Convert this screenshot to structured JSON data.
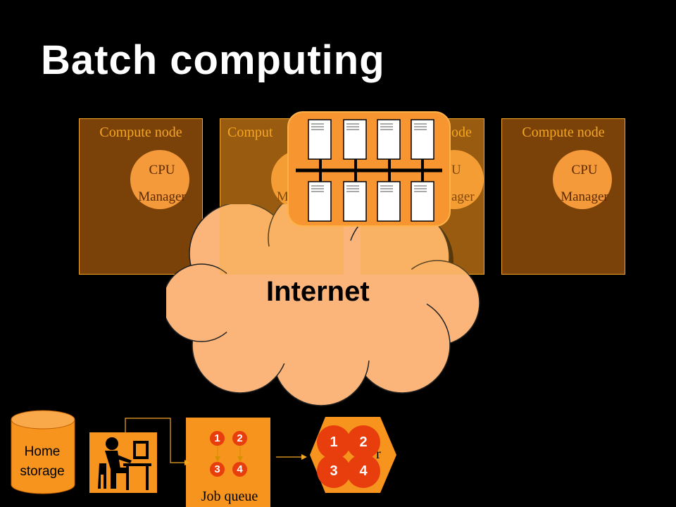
{
  "title": "Batch computing",
  "nodes": [
    {
      "title": "Compute node",
      "cpu": "CPU",
      "manager": "Manager"
    },
    {
      "title": "Comput",
      "cpu": "",
      "manager": "M"
    },
    {
      "title": "ode",
      "cpu": "U",
      "manager": "ager"
    },
    {
      "title": "Compute node",
      "cpu": "CPU",
      "manager": "Manager"
    }
  ],
  "cloud": {
    "label": "Internet"
  },
  "home_storage": {
    "line1": "Home",
    "line2": "storage"
  },
  "job_queue": {
    "label": "Job queue",
    "jobs": [
      "1",
      "2",
      "3",
      "4"
    ]
  },
  "master": {
    "jobs": [
      "1",
      "2",
      "3",
      "4"
    ],
    "partial_label": "r"
  },
  "colors": {
    "node_fill": "#7a4208",
    "accent": "#f5a623",
    "cloud": "#fbb57a",
    "job": "#e83e0e"
  }
}
